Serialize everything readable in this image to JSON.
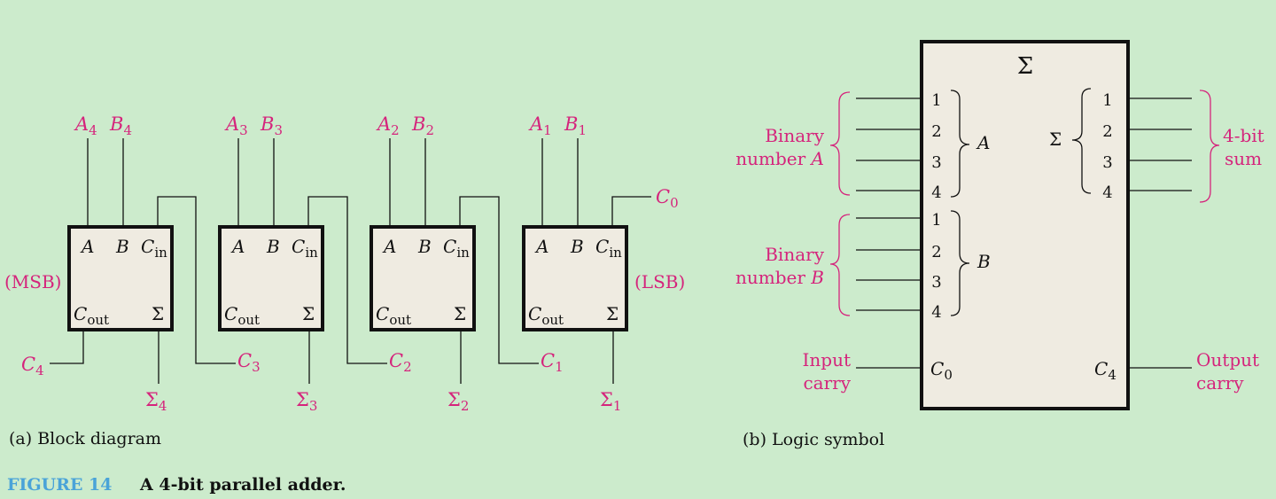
{
  "block_diagram": {
    "caption": "(a) Block diagram",
    "msb_label": "(MSB)",
    "lsb_label": "(LSB)",
    "block_pins": {
      "a": "A",
      "b": "B",
      "cin": "C",
      "cin_sub": "in",
      "cout": "C",
      "cout_sub": "out",
      "sum": "Σ"
    },
    "stages": [
      {
        "a_base": "A",
        "a_sub": "4",
        "b_base": "B",
        "b_sub": "4",
        "sum_base": "Σ",
        "sum_sub": "4",
        "carry_base": "C",
        "carry_sub": "4"
      },
      {
        "a_base": "A",
        "a_sub": "3",
        "b_base": "B",
        "b_sub": "3",
        "sum_base": "Σ",
        "sum_sub": "3",
        "carry_base": "C",
        "carry_sub": "3"
      },
      {
        "a_base": "A",
        "a_sub": "2",
        "b_base": "B",
        "b_sub": "2",
        "sum_base": "Σ",
        "sum_sub": "2",
        "carry_base": "C",
        "carry_sub": "2"
      },
      {
        "a_base": "A",
        "a_sub": "1",
        "b_base": "B",
        "b_sub": "1",
        "sum_base": "Σ",
        "sum_sub": "1",
        "carry_base": "C",
        "carry_sub": "1"
      }
    ],
    "carry_in": {
      "base": "C",
      "sub": "0"
    }
  },
  "logic_symbol": {
    "caption": "(b) Logic symbol",
    "sigma_title": "Σ",
    "pin_numbers": [
      "1",
      "2",
      "3",
      "4"
    ],
    "input_a_letter": "A",
    "input_b_letter": "B",
    "sum_sigma": "Σ",
    "binary_a_line1": "Binary",
    "binary_a_line2": "number",
    "binary_a_var": "A",
    "binary_b_line1": "Binary",
    "binary_b_line2": "number",
    "binary_b_var": "B",
    "four_bit_line1": "4-bit",
    "four_bit_line2": "sum",
    "input_carry_line1": "Input",
    "input_carry_line2": "carry",
    "output_carry_line1": "Output",
    "output_carry_line2": "carry",
    "c0_base": "C",
    "c0_sub": "0",
    "c4_base": "C",
    "c4_sub": "4"
  },
  "figure": {
    "number": "FIGURE 14",
    "title": "A 4-bit parallel adder."
  },
  "colors": {
    "background": "#ccebcc",
    "block_fill": "#efebe1",
    "accent_pink": "#d5247c",
    "figure_blue": "#4aa3d8"
  }
}
